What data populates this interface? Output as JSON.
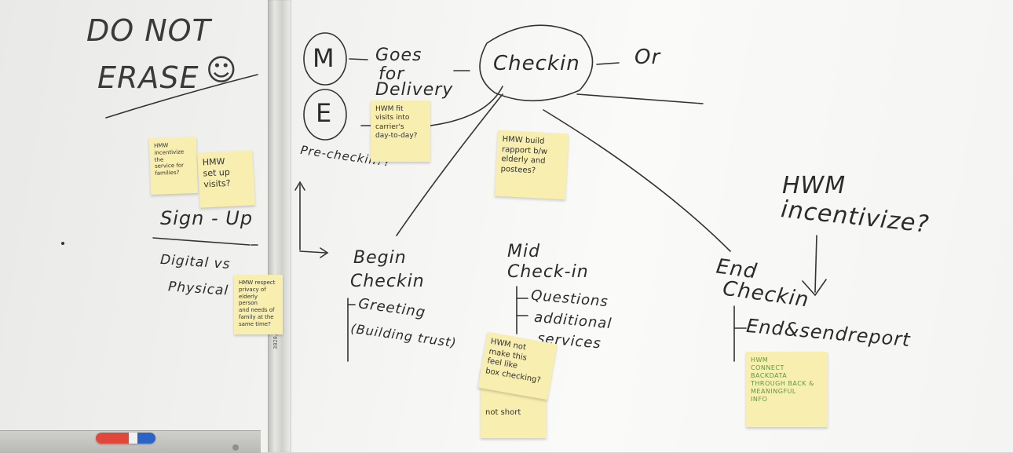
{
  "board": {
    "do_not_erase_line1": "DO NOT",
    "do_not_erase_line2": "ERASE",
    "smiley": "☺",
    "m_label": "M",
    "e_label": "E",
    "goes_for_delivery_line1": "Goes",
    "goes_for_delivery_line2": "for",
    "goes_for_delivery_line3": "Delivery",
    "checkin": "Checkin",
    "or": "Or",
    "pre_checkin": "Pre-checkin??",
    "sign_up": "Sign - Up",
    "digital_vs_line1": "Digital vs",
    "digital_vs_line2": "Physical",
    "begin_line1": "Begin",
    "begin_line2": "Checkin",
    "greeting": "Greeting",
    "building_trust": "(Building trust)",
    "mid_line1": "Mid",
    "mid_line2": "Check-in",
    "questions": "Questions",
    "additional_line1": "additional",
    "additional_line2": "services",
    "end_line1": "End",
    "end_line2": "Checkin",
    "end_and_send": "End&sendreport",
    "hwm_line1": "HWM",
    "hwm_line2": "incentivize?",
    "not_short": "not short",
    "frame_label": "3020/WB/E/02"
  },
  "stickies": {
    "incentivize": "HMW\nincentivize the\nservice for families?",
    "set_up_visits": "HMW\nset up\nvisits?",
    "fit_visits": "HWM fit\nvisits into\ncarrier's\nday-to-day?",
    "build_rapport": "HMW build\nrapport b/w\nelderly and\npostees?",
    "respect_privacy": "HMW respect\nprivacy of\nelderly person\nand needs of\nfamily at the\nsame time?",
    "not_box_checking": "HWM not\nmake this\nfeel like\nbox checking?",
    "connect": "HWM\nCONNECT BACKDATA\nTHROUGH BACK &\nMEANINGFUL\nINFO"
  },
  "colors": {
    "sticky_yellow": "#f7eeb0",
    "ink": "#2b2b2b",
    "green_ink": "#5d9a3a",
    "marker_red": "#e2473c",
    "marker_blue": "#2c63c6"
  }
}
